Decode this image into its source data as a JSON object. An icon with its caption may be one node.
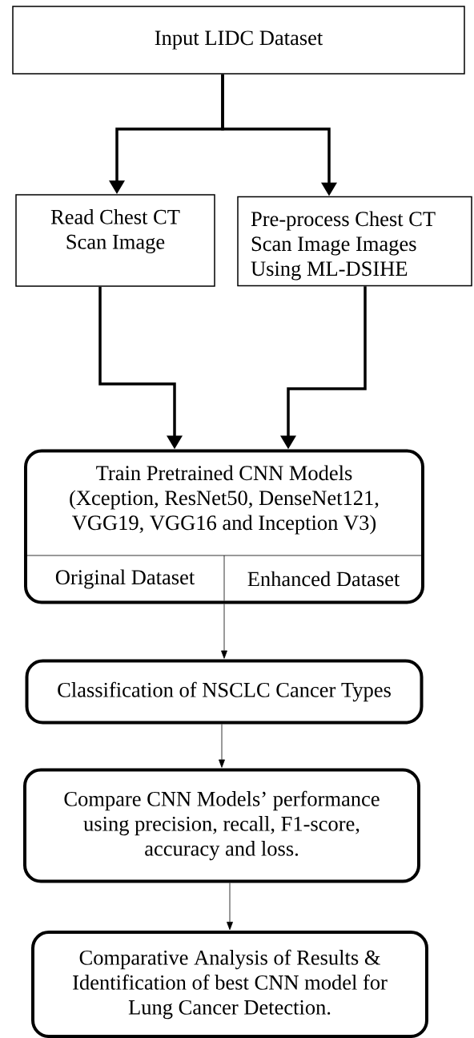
{
  "diagram": {
    "nodes": [
      {
        "text": [
          "Input LIDC Dataset"
        ]
      },
      {
        "text": [
          "Read Chest CT Scan Image"
        ]
      },
      {
        "text": [
          "Pre-process Chest CT Scan Image Images Using ML-DSIHE"
        ]
      },
      {
        "text": [
          "Train Pretrained CNN Models (Xception, ResNet50, DenseNet121, VGG19, VGG16 and Inception V3)"
        ]
      },
      {
        "text": [
          "Original Dataset"
        ],
        "in": 3
      },
      {
        "text": [
          "Enhanced Dataset"
        ],
        "in": 3
      },
      {
        "text": [
          "Classification of NSCLC Cancer Types"
        ]
      },
      {
        "text": [
          "Compare CNN Models’ performance using precision, recall, F1-score, accuracy and loss."
        ]
      },
      {
        "text": [
          "Comparative Analysis of Results & Identification of best CNN model for Lung Cancer Detection."
        ]
      }
    ],
    "edges": [
      {
        "from": 0,
        "to": 1,
        "arrow": "to"
      },
      {
        "from": 0,
        "to": 2,
        "arrow": "to"
      },
      {
        "from": 1,
        "to": 3,
        "arrow": "to"
      },
      {
        "from": 2,
        "to": 3,
        "arrow": "to"
      },
      {
        "from": 3,
        "to": 6,
        "arrow": "to"
      },
      {
        "from": 6,
        "to": 7,
        "arrow": "to"
      },
      {
        "from": 7,
        "to": 8,
        "arrow": "to"
      }
    ]
  }
}
